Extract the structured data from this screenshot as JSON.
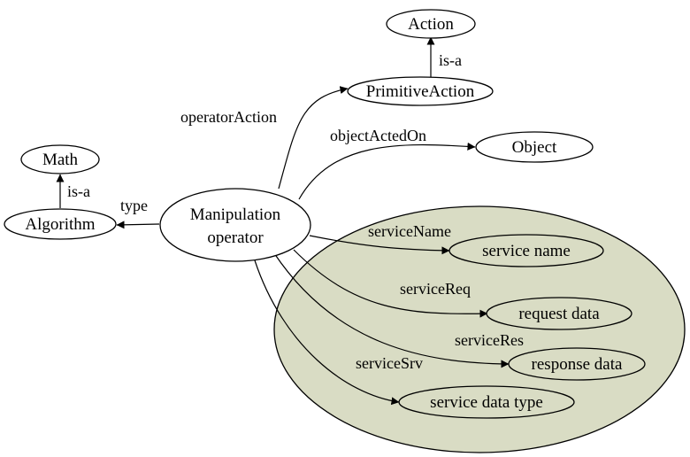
{
  "nodes": {
    "action": "Action",
    "primitive_action": "PrimitiveAction",
    "object": "Object",
    "math": "Math",
    "algorithm": "Algorithm",
    "manipulation_operator_line1": "Manipulation",
    "manipulation_operator_line2": "operator",
    "service_name": "service name",
    "request_data": "request data",
    "response_data": "response data",
    "service_data_type": "service data type"
  },
  "edges": {
    "is_a_action": "is-a",
    "is_a_math": "is-a",
    "type": "type",
    "operator_action": "operatorAction",
    "object_acted_on": "objectActedOn",
    "service_name": "serviceName",
    "service_req": "serviceReq",
    "service_res": "serviceRes",
    "service_srv": "serviceSrv"
  },
  "colors": {
    "group_fill": "#d9dcc4",
    "stroke": "#000000",
    "background": "#ffffff"
  }
}
